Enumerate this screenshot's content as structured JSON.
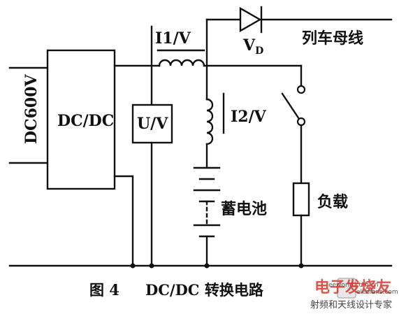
{
  "labels": {
    "dc600v": "DC600V",
    "dcdc": "DC/DC",
    "uv": "U/V",
    "i1v": "I1/V",
    "i2v": "I2/V",
    "vd_main": "V",
    "vd_sub": "D",
    "bus": "列车母线",
    "battery": "蓄电池",
    "load": "负载"
  },
  "caption": {
    "figure": "图 4",
    "title": "DC/DC 转换电路"
  },
  "watermark": {
    "main": "电子发烧友",
    "small": "elecfans.com",
    "web": "eeworld.com.cn",
    "footer": "射频和天线设计专家"
  }
}
